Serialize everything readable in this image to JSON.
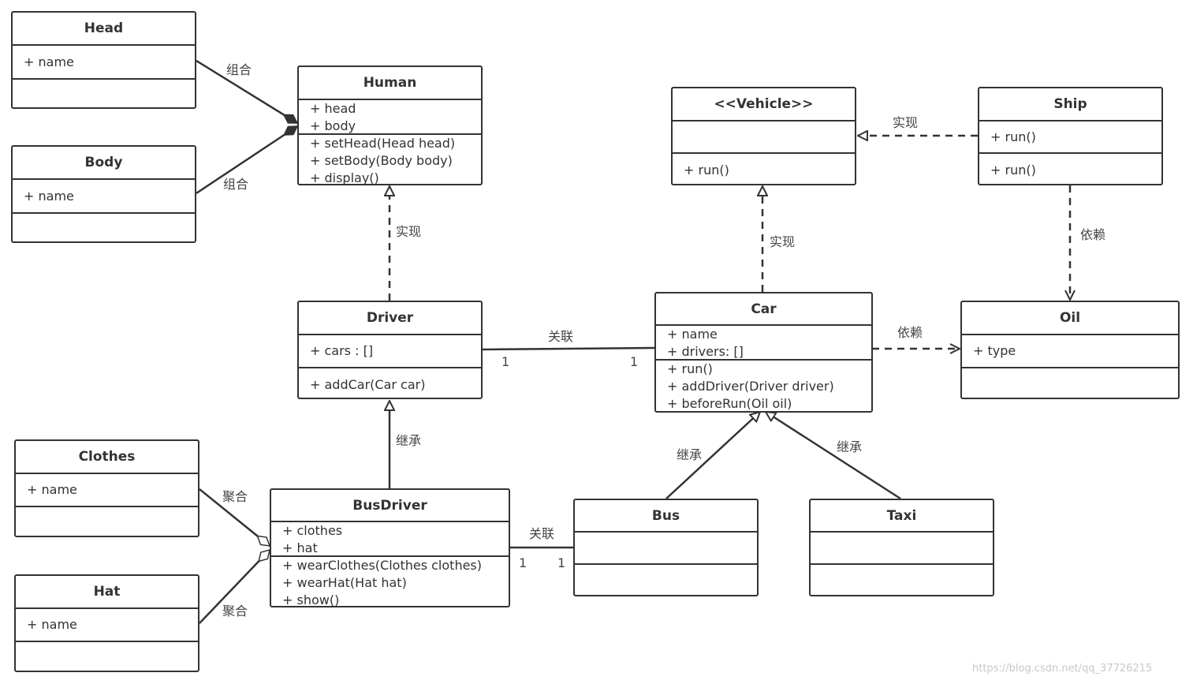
{
  "classes": {
    "head": {
      "name": "Head",
      "attrs": [
        "+ name"
      ],
      "ops": []
    },
    "body": {
      "name": "Body",
      "attrs": [
        "+ name"
      ],
      "ops": []
    },
    "human": {
      "name": "Human",
      "attrs": [
        "+ head",
        "+ body"
      ],
      "ops": [
        "+ setHead(Head head)",
        "+ setBody(Body body)",
        "+ display()"
      ]
    },
    "driver": {
      "name": "Driver",
      "attrs": [
        "+ cars : []"
      ],
      "ops": [
        "+ addCar(Car car)"
      ]
    },
    "clothes": {
      "name": "Clothes",
      "attrs": [
        "+ name"
      ],
      "ops": []
    },
    "hat": {
      "name": "Hat",
      "attrs": [
        "+ name"
      ],
      "ops": []
    },
    "busdriver": {
      "name": "BusDriver",
      "attrs": [
        "+ clothes",
        "+ hat"
      ],
      "ops": [
        "+ wearClothes(Clothes clothes)",
        "+ wearHat(Hat hat)",
        "+ show()"
      ]
    },
    "vehicle": {
      "name": "<<Vehicle>>",
      "attrs": [],
      "ops": [
        "+ run()"
      ]
    },
    "ship": {
      "name": "Ship",
      "attrs": [
        "+ run()"
      ],
      "ops": [
        "+ run()"
      ]
    },
    "car": {
      "name": "Car",
      "attrs": [
        "+ name",
        "+ drivers: []"
      ],
      "ops": [
        "+ run()",
        "+ addDriver(Driver driver)",
        "+ beforeRun(Oil oil)"
      ]
    },
    "oil": {
      "name": "Oil",
      "attrs": [
        "+ type"
      ],
      "ops": []
    },
    "bus": {
      "name": "Bus",
      "attrs": [],
      "ops": []
    },
    "taxi": {
      "name": "Taxi",
      "attrs": [],
      "ops": []
    }
  },
  "relations": {
    "head_human": "组合",
    "body_human": "组合",
    "driver_human": "实现",
    "car_vehicle": "实现",
    "ship_vehicle": "实现",
    "ship_oil": "依赖",
    "car_oil": "依赖",
    "driver_car": "关联",
    "driver_car_m1": "1",
    "driver_car_m2": "1",
    "busdriver_driver": "继承",
    "bus_car": "继承",
    "taxi_car": "继承",
    "clothes_busdriver": "聚合",
    "hat_busdriver": "聚合",
    "busdriver_bus": "关联",
    "busdriver_bus_m1": "1",
    "busdriver_bus_m2": "1"
  },
  "watermark": "https://blog.csdn.net/qq_37726215",
  "colors": {
    "line": "#333333",
    "label": "#444444"
  }
}
